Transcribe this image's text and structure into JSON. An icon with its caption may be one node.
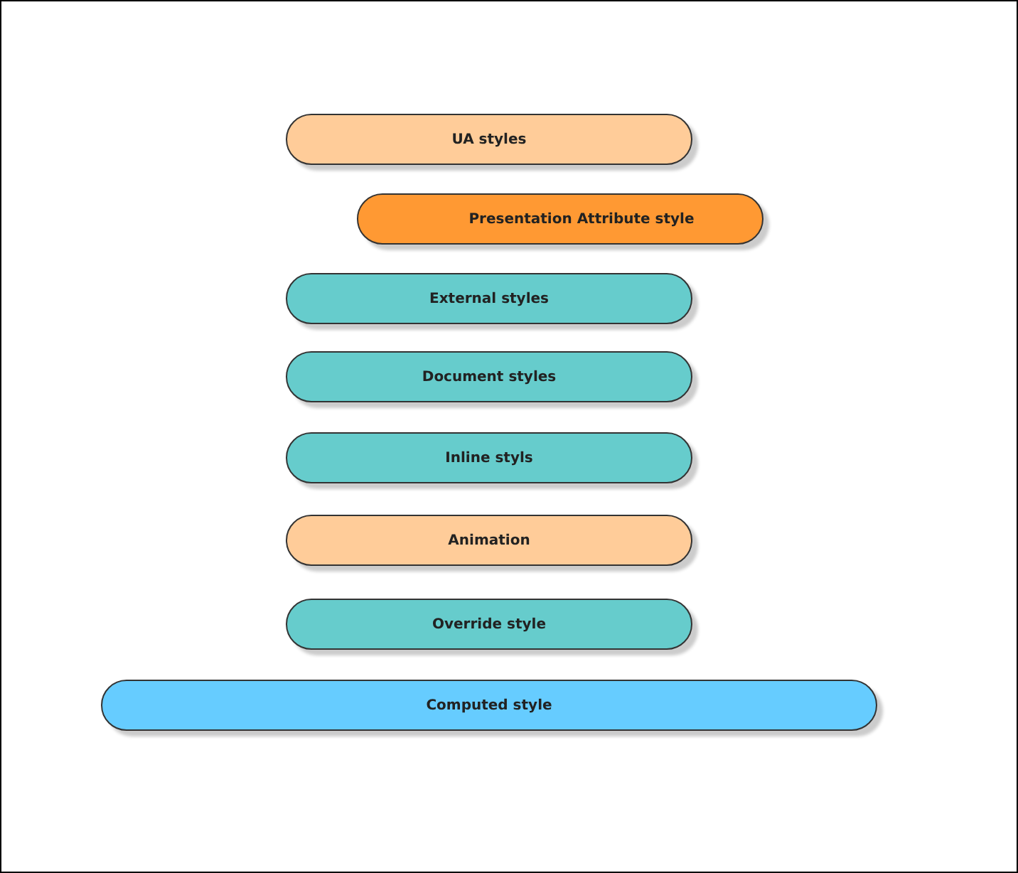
{
  "diagram": {
    "nodes": [
      {
        "text": [
          "UA styles"
        ]
      },
      {
        "text": [
          "Presentation Attribute style"
        ]
      },
      {
        "text": [
          "External styles"
        ]
      },
      {
        "text": [
          "Document styles"
        ]
      },
      {
        "text": [
          "Inline styls"
        ]
      },
      {
        "text": [
          "Animation"
        ]
      },
      {
        "text": [
          "Override style"
        ]
      },
      {
        "text": [
          "Computed style"
        ]
      }
    ]
  }
}
